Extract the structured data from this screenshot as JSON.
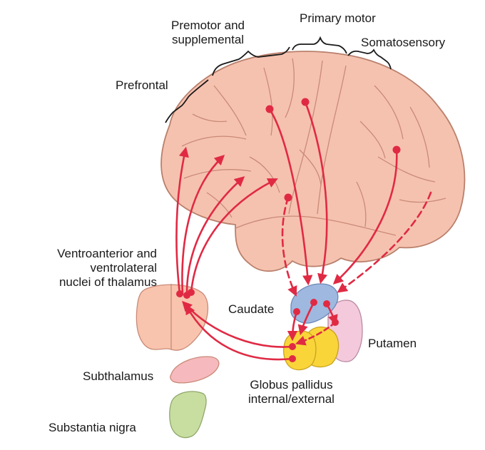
{
  "labels": {
    "premotor": [
      "Premotor and",
      "supplemental"
    ],
    "primary_motor": "Primary motor",
    "somatosensory": "Somatosensory",
    "prefrontal": "Prefrontal",
    "thalamus": [
      "Ventroanterior and",
      "ventrolateral",
      "nuclei of thalamus"
    ],
    "caudate": "Caudate",
    "putamen": "Putamen",
    "subthalamus": "Subthalamus",
    "globus": [
      "Globus pallidus",
      "internal/external"
    ],
    "substantia": "Substantia nigra"
  },
  "colors": {
    "cortex_fill": "#f6c2b0",
    "cortex_stroke": "#b9806c",
    "sulcus": "#c98a78",
    "pathway": "#e02a44",
    "thalamus": "#f9c4ad",
    "caudate": "#9fb8e0",
    "putamen": "#f4c9dc",
    "globus": "#f9d53a",
    "subthalamus": "#f6b9bd",
    "substantia_nigra": "#c8dea0",
    "text": "#1a1a1a"
  }
}
